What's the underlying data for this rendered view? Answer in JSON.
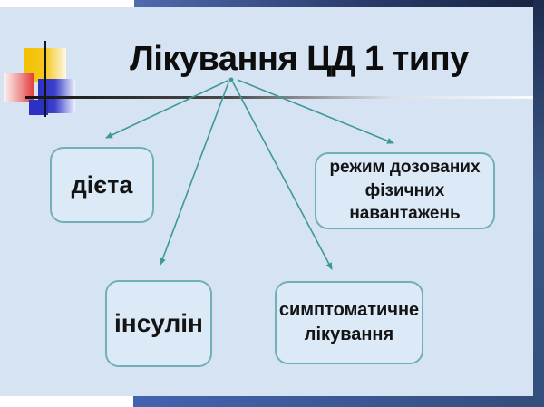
{
  "slide": {
    "title": "Лікування ЦД 1 типу",
    "nodes": [
      {
        "id": "diet",
        "label": "дієта"
      },
      {
        "id": "insulin",
        "label": "інсулін"
      },
      {
        "id": "exercise",
        "label": "режим дозованих фізичних навантажень"
      },
      {
        "id": "symptomatic",
        "label": "симптоматичне лікування"
      }
    ],
    "colors": {
      "slide_background": "#d5e3f2",
      "box_fill": "#dce9f7",
      "box_border": "#73afb7",
      "arrow": "#3e9898",
      "title_text": "#0d0d0d",
      "frame_navy_dark": "#17233f",
      "frame_blue_mid": "#3a5684",
      "frame_blue_bright": "#4363b1",
      "logo_yellow": "#f3c000",
      "logo_blue": "#2c30c3",
      "logo_red": "#e23737"
    }
  }
}
